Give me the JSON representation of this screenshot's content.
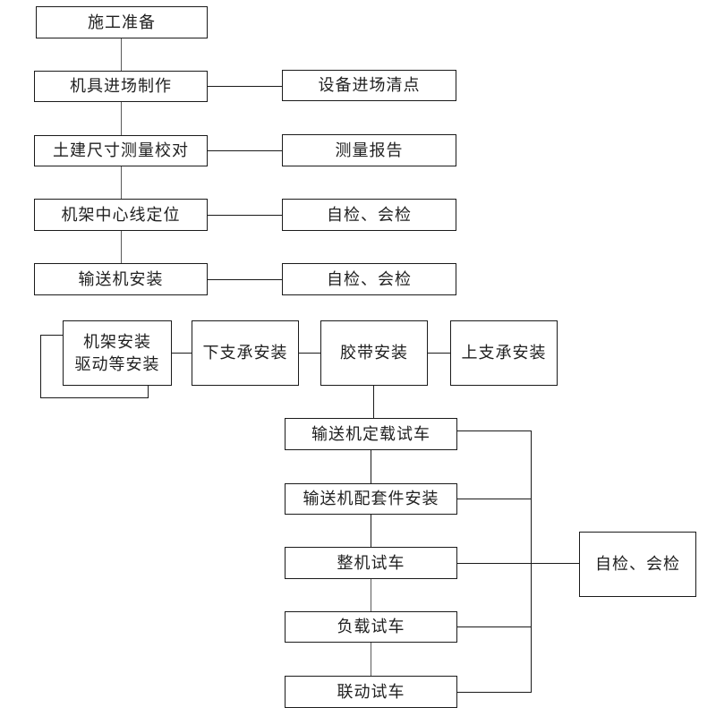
{
  "diagram": {
    "type": "flowchart",
    "description_note": "conveyor installation construction process flow",
    "nodes": {
      "construction_prep": {
        "label": "施工准备"
      },
      "equipment_entry_fabrication": {
        "label": "机具进场制作"
      },
      "equipment_entry_inventory": {
        "label": "设备进场清点"
      },
      "civil_dimension_check": {
        "label": "土建尺寸测量校对"
      },
      "measurement_report": {
        "label": "测量报告"
      },
      "frame_centerline_positioning": {
        "label": "机架中心线定位"
      },
      "self_joint_check_1": {
        "label": "自检、会检"
      },
      "conveyor_installation": {
        "label": "输送机安装"
      },
      "self_joint_check_2": {
        "label": "自检、会检"
      },
      "frame_installation": {
        "label": "机架安装",
        "label2": "驱动等安装"
      },
      "lower_support_installation": {
        "label": "下支承安装"
      },
      "belt_installation": {
        "label": "胶带安装"
      },
      "upper_support_installation": {
        "label": "上支承安装"
      },
      "fixed_load_test_run": {
        "label": "输送机定载试车"
      },
      "accessory_installation": {
        "label": "输送机配套件安装"
      },
      "whole_machine_test_run": {
        "label": "整机试车"
      },
      "load_test_run": {
        "label": "负载试车"
      },
      "linkage_test_run": {
        "label": "联动试车"
      },
      "self_joint_check_3": {
        "label": "自检、会检"
      }
    },
    "colors": {
      "background": "#ffffff",
      "box_border": "#1a1a1a",
      "connector_black": "#1a1a1a",
      "connector_gray": "#5a5a5a"
    }
  }
}
